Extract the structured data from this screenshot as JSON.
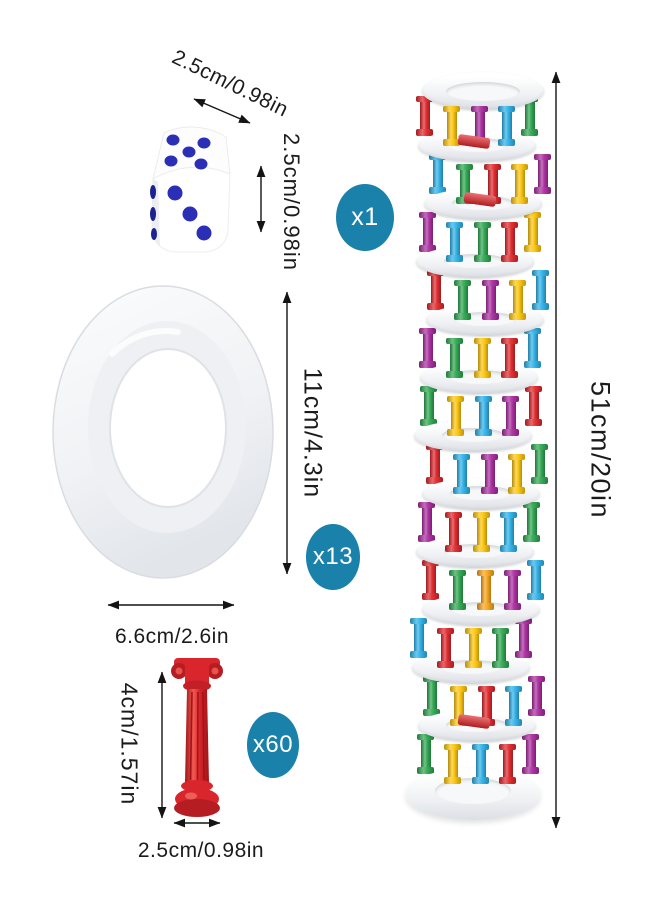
{
  "page": {
    "background": "#ffffff",
    "text_color": "#1b1b1b",
    "badge_color": "#1a81aa",
    "arrow_color": "#141414"
  },
  "dice": {
    "width_label": "2.5cm/0.98in",
    "height_label": "2.5cm/0.98in",
    "count_badge": "x1",
    "body_color": "#ffffff",
    "pip_color": "#2a2fb5",
    "top_face_pips": 5,
    "front_face_pips": 3
  },
  "ring": {
    "height_label": "11cm/4.3in",
    "width_label": "6.6cm/2.6in",
    "count_badge": "x13",
    "color": "#f2f4f7"
  },
  "pillar": {
    "height_label": "4cm/1.57in",
    "width_label": "2.5cm/0.98in",
    "count_badge": "x60",
    "color": "#d8262c"
  },
  "tower": {
    "height_label": "51cm/20in",
    "disc_count": 13,
    "disc_color": "#f2f3f6",
    "pillar_palette": [
      "#e02529",
      "#fdc50a",
      "#2cb1e8",
      "#2ca64e",
      "#aa2a9f",
      "#f7a419"
    ],
    "rows": [
      [
        0,
        1,
        4,
        2,
        3
      ],
      [
        2,
        3,
        0,
        1,
        4
      ],
      [
        4,
        2,
        3,
        0,
        1
      ],
      [
        0,
        3,
        4,
        1,
        2
      ],
      [
        4,
        3,
        1,
        0,
        2
      ],
      [
        3,
        1,
        2,
        4,
        0
      ],
      [
        0,
        2,
        4,
        1,
        3
      ],
      [
        4,
        0,
        1,
        2,
        3
      ],
      [
        0,
        3,
        5,
        4,
        2
      ],
      [
        2,
        0,
        1,
        3,
        4
      ],
      [
        3,
        1,
        0,
        2,
        4
      ],
      [
        3,
        1,
        2,
        0,
        4
      ]
    ],
    "disc_offsets": [
      6,
      2,
      8,
      0,
      10,
      4,
      -2,
      6,
      0,
      6,
      -4,
      2,
      -2
    ],
    "fallen": [
      {
        "disc": 1,
        "color": 0
      },
      {
        "disc": 2,
        "color": 0
      },
      {
        "disc": 11,
        "color": 0
      }
    ]
  }
}
